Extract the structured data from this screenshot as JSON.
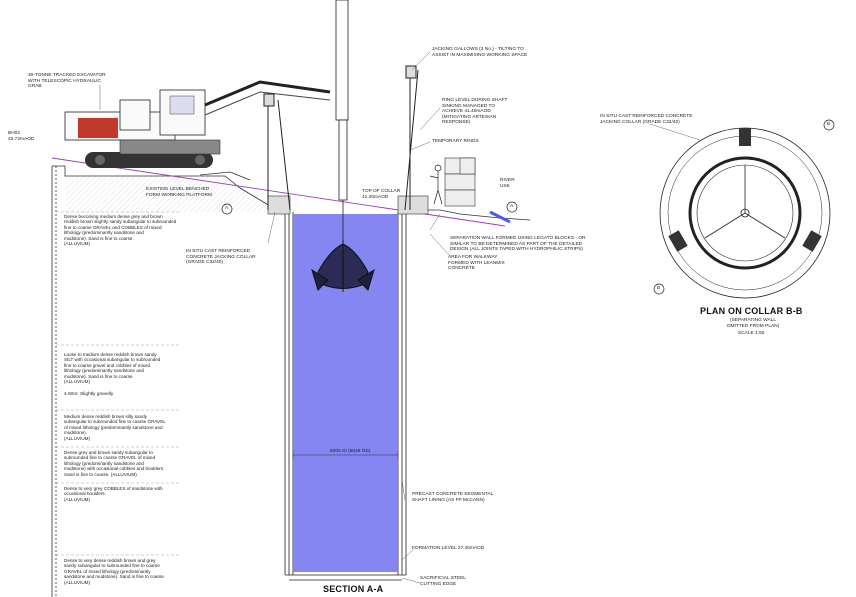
{
  "colors": {
    "shaft_water": "#7f7ff2",
    "excavator_red": "#c0392b",
    "line": "#333333",
    "ground_line": "#9b3bbd"
  },
  "annotations": {
    "excavator": "30-TONNE TRACKED EXCAVATOR\nWITH TELESCOPIC HYDRAULIC\nGRAB",
    "borehole": "BH02\n43.72mAOD",
    "gallows": "JACKING GALLOWS (3 No.) - TILTING TO\nASSIST IN MAXIMISING WORKING SPACE",
    "ring_level": "RING LEVEL DURING SHAFT\nSINKING MANAGED TO\nACHIEVE 41.40mAOD\n(MITIGATING ARTESIAN\nRESPONSE)",
    "temp_rings": "TEMPORARY RINGS",
    "river": "RIVER\nUSK",
    "existing_level": "EXISTING LEVEL BENCHED\nFORM WORKING PLATFORM",
    "top_of_collar": "TOP OF COLLAR\n41.40mAOD",
    "separation_wall": "SEPARATION WALL FORMED USING LEGATO BLOCKS - OR\nSIMILAR TO BE DETERMINED AS PART OF THE DETAILED\nDESIGN (ALL JOINTS TAPED WITH HYDROPHILIC STRIPS)",
    "walkway": "AREA FOR WALKWAY\nFORMED WITH LEANMIX\nCONCRETE",
    "insitu_collar": "IN SITU CAST REINFORCED\nCONCRETE JACKING COLLAR\n(GRADE C32/40)",
    "precast_lining": "PRECAST CONCRETE SEGMENTAL\nSHAFT LINING (AS FP McCANN)",
    "formation_level": "FORMATION LEVEL 27.40mAOD",
    "cutting_edge": "SACRIFICIAL STEEL\nCUTTING EDGE",
    "shaft_dim": "6000 ID (6846 OD)",
    "slightly_gravelly": "4.50m: Slightly gravelly"
  },
  "strata": [
    "Dense becoming medium dense grey and brown\nreddish brown slightly sandy subangular to subrounded\nfine to coarse GRAVEL and COBBLES of mixed\nlithology (predominantly sandstone and\nmudstone). Sand is fine to coarse.\n(ALLUVIUM)",
    "Loose to medium dense reddish brown sandy\nSILT with occasional subangular to subrounded\nfine to coarse gravel and cobbles of mixed\nlithology (predominantly sandstone and\nmudstone). Sand is fine to coarse.\n(ALLUVIUM)",
    "Medium dense reddish brown silty sandy\nsubangular to subrounded fine to coarse GRAVEL\nof mixed lithology (predominantly sandstone and\nmudstone).\n(ALLUVIUM)",
    "Dense grey and brown sandy subangular to\nsubrounded fine to coarse GRAVEL of mixed\nlithology (predominantly sandstone and\nmudstone) with occasional cobbles and boulders.\nSand is fine to coarse. (ALLUVIUM)",
    "Dense to very grey COBBLES of sandstone with\noccasional boulders.\n(ALLUVIUM)",
    "Dense to very dense reddish brown and grey\nsandy subangular to subrounded fine to coarse\nGRAVEL of mixed lithology (predominantly\nsandstone and mudstone). Sand is fine to coarse.\n(ALLUVIUM)"
  ],
  "plan": {
    "collar_note": "IN SITU CAST REINFORCED CONCRETE\nJACKING COLLAR (GRADE C32/40)",
    "title": "PLAN ON COLLAR B-B",
    "subtitle": "(SEPARATING WALL\nOMITTED FROM PLAN)",
    "scale": "SCALE 1:50"
  },
  "section_title": "SECTION A-A",
  "markers": {
    "section_a": "A",
    "section_b": "B"
  }
}
